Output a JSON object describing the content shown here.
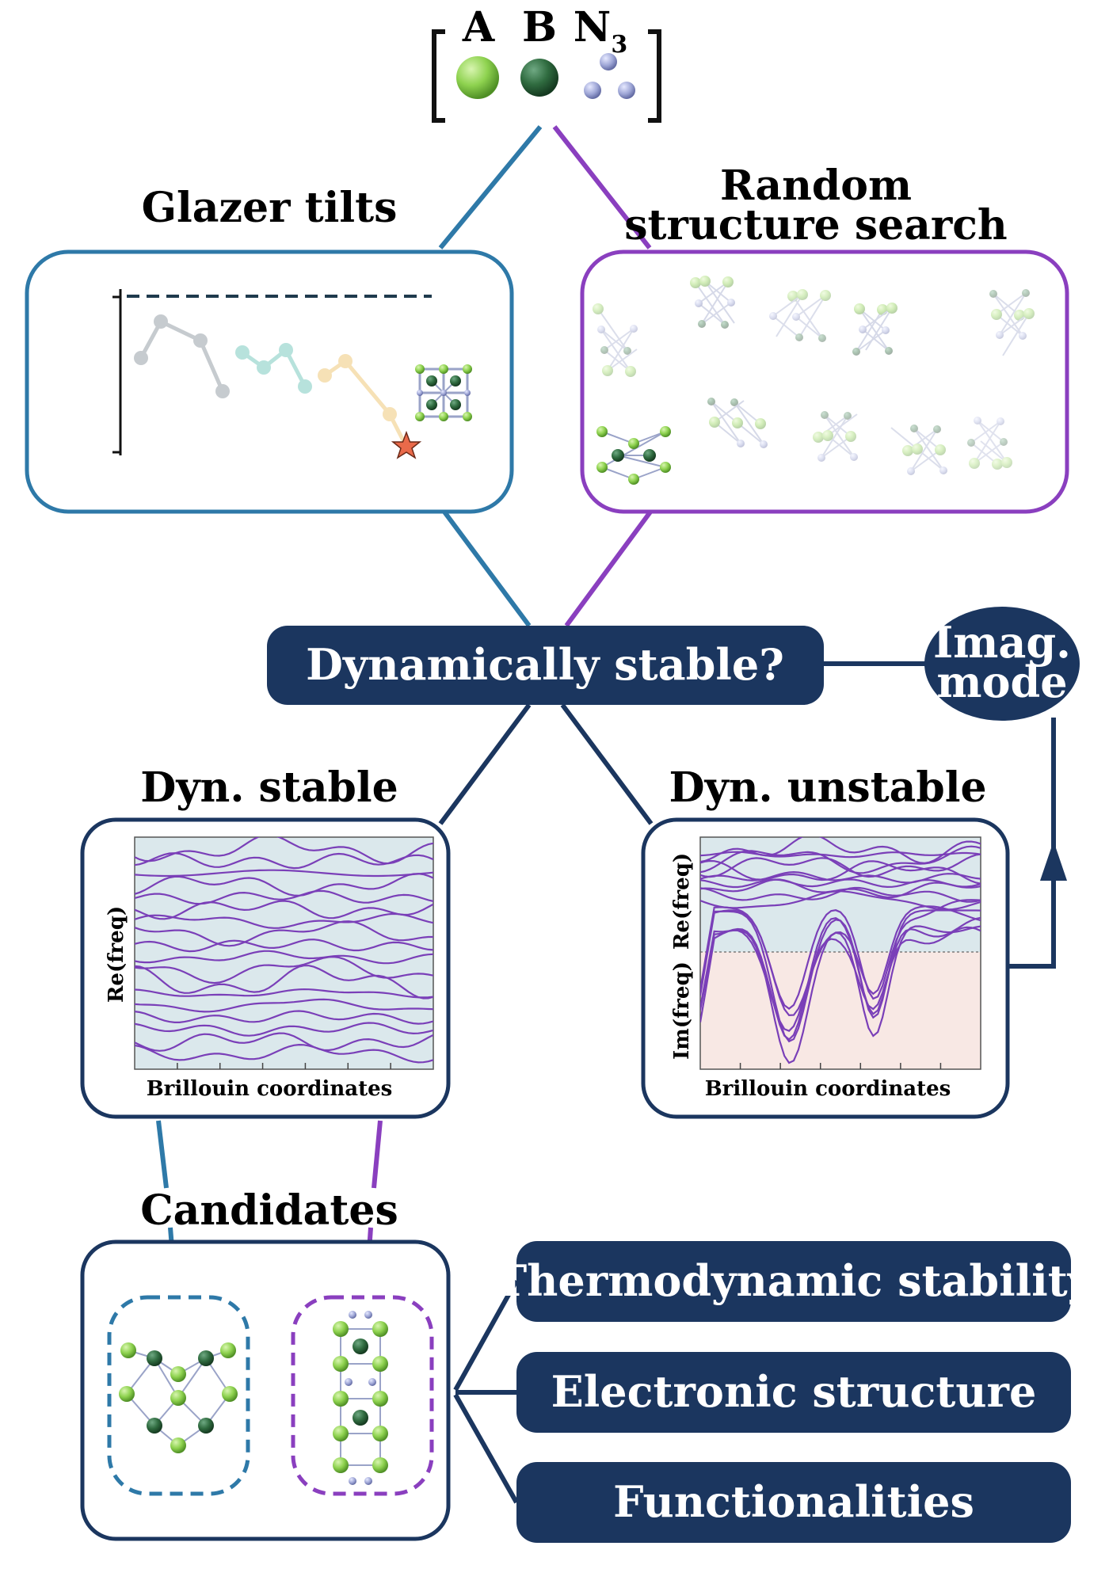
{
  "formula": {
    "a_label": "A",
    "b_label": "B",
    "n_label": "N",
    "n_subscript": "3"
  },
  "colors": {
    "glazer_blue": "#2e79a8",
    "random_purple": "#8a3fbf",
    "navy": "#1b365f",
    "atom_a": "#8ed24f",
    "atom_b": "#2f6b3f",
    "atom_n": "#9ea6d6",
    "star": "#ea6a4a",
    "stable_bg": "#dbe8ec",
    "imag_bg": "#f8e8e4",
    "band_line": "#7a3fb8"
  },
  "glazer": {
    "title": "Glazer tilts"
  },
  "random_search": {
    "title_line1": "Random",
    "title_line2": "structure search"
  },
  "decision": {
    "label": "Dynamically stable?"
  },
  "imag_mode": {
    "line1": "Imag.",
    "line2": "mode"
  },
  "stable_panel": {
    "title": "Dyn. stable",
    "ylabel": "Re(freq)",
    "xlabel": "Brillouin coordinates"
  },
  "unstable_panel": {
    "title": "Dyn. unstable",
    "ylabel_re": "Re(freq)",
    "ylabel_im": "Im(freq)",
    "xlabel": "Brillouin coordinates"
  },
  "candidates": {
    "title": "Candidates"
  },
  "outcomes": [
    {
      "label": "Thermodynamic stability"
    },
    {
      "label": "Electronic structure"
    },
    {
      "label": "Functionalities"
    }
  ]
}
